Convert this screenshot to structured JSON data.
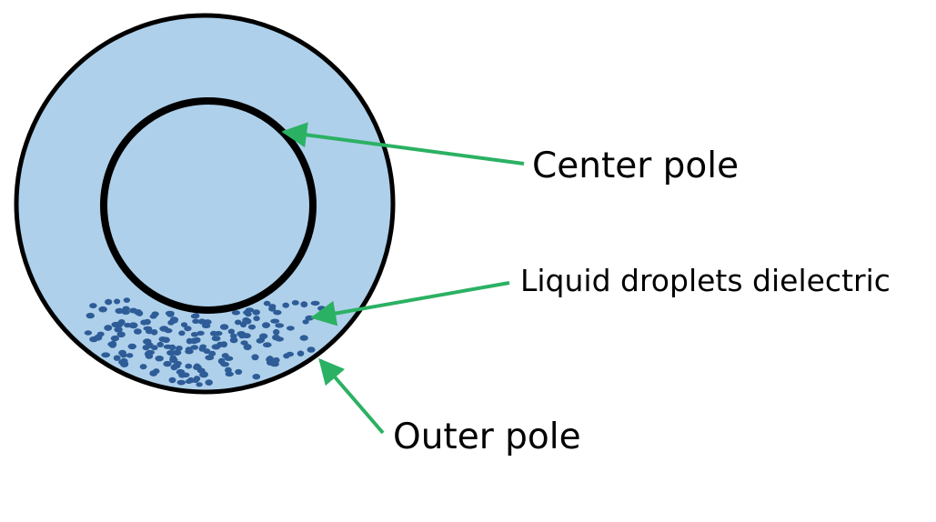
{
  "labels": {
    "center_pole": "Center pole",
    "liquid_droplets": "Liquid droplets dielectric",
    "outer_pole": "Outer pole"
  },
  "colors": {
    "dielectric_fill": "#aed0ea",
    "outline": "#000000",
    "droplet": "#2e5c97",
    "arrow": "#2bb163",
    "background": "#ffffff"
  }
}
